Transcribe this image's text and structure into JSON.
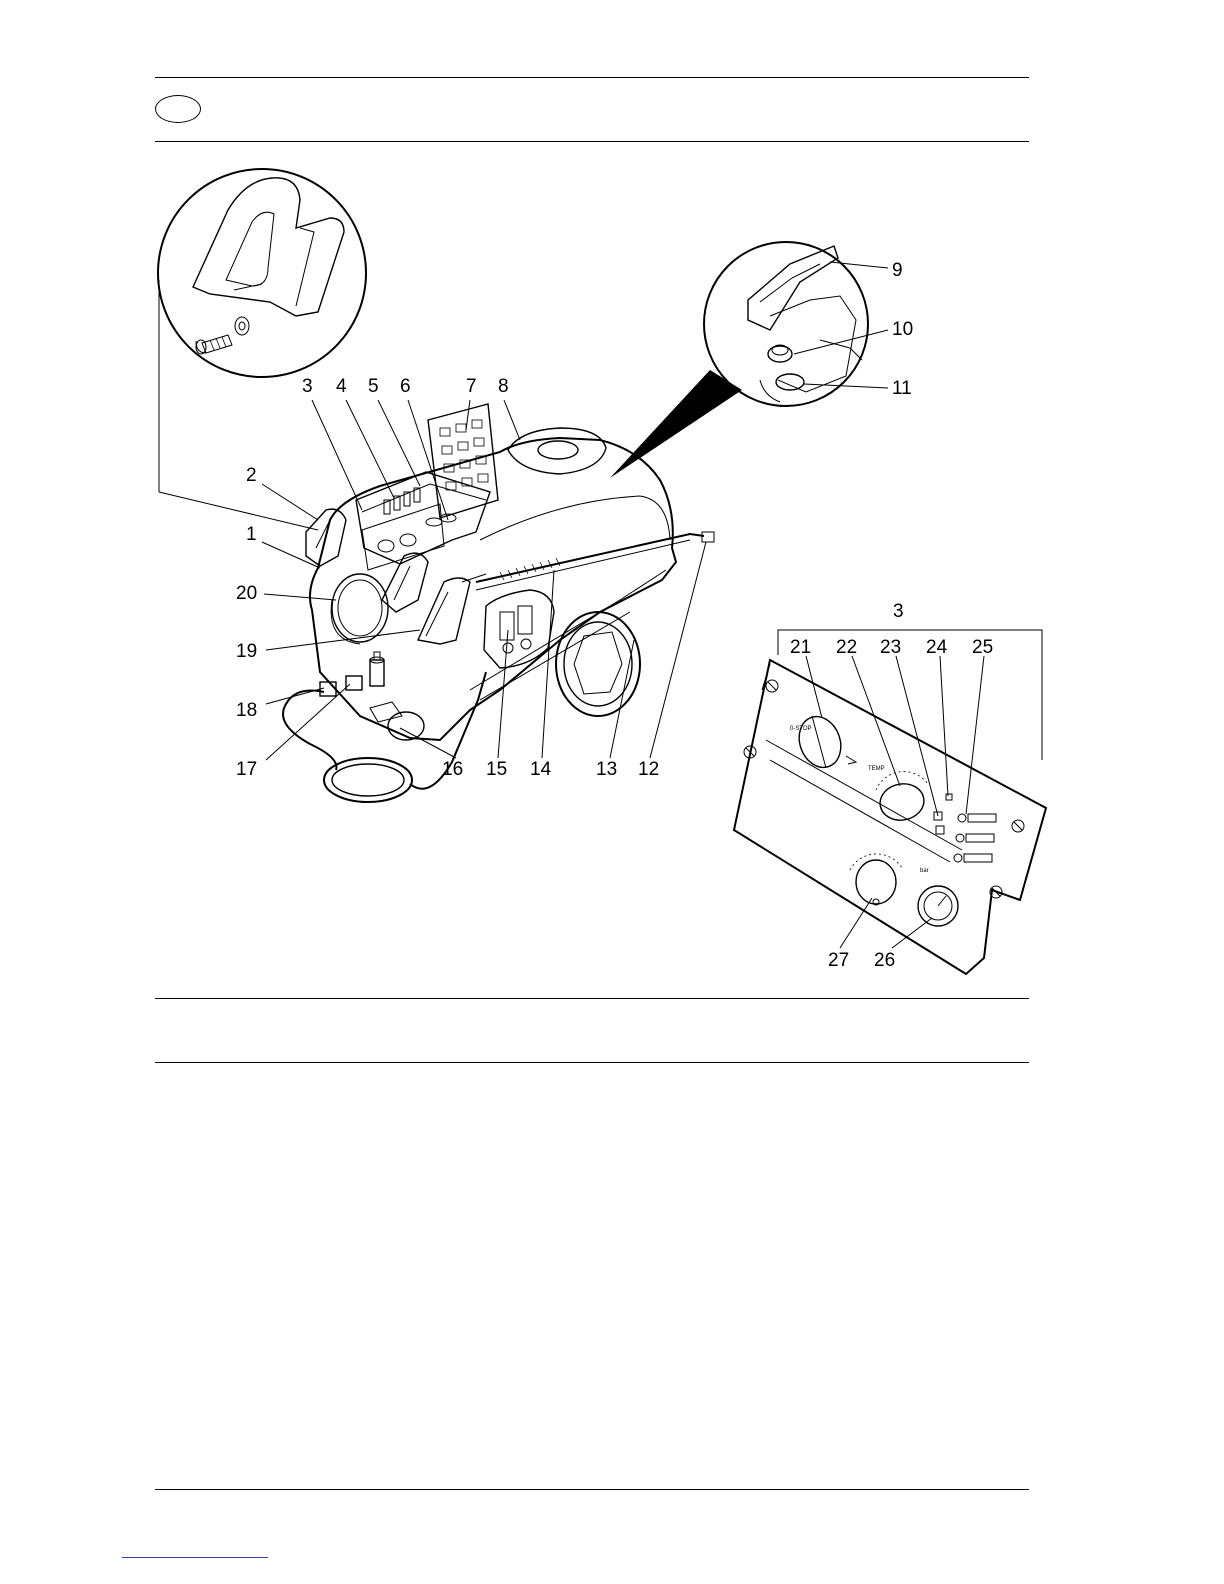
{
  "page": {
    "language_badge": ""
  },
  "figure": {
    "callouts": {
      "c1": "1",
      "c2": "2",
      "c3": "3",
      "c4": "4",
      "c5": "5",
      "c6": "6",
      "c7": "7",
      "c8": "8",
      "c9": "9",
      "c10": "10",
      "c11": "11",
      "c12": "12",
      "c13": "13",
      "c14": "14",
      "c15": "15",
      "c16": "16",
      "c17": "17",
      "c18": "18",
      "c19": "19",
      "c20": "20",
      "c21": "21",
      "c22": "22",
      "c23": "23",
      "c24": "24",
      "c25": "25",
      "c26": "26",
      "c27": "27",
      "panel": "3"
    }
  }
}
